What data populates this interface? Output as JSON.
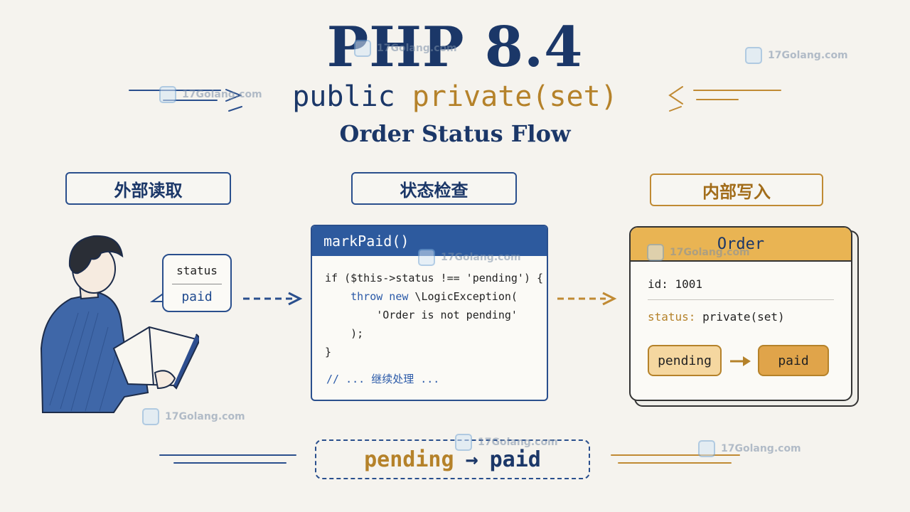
{
  "header": {
    "title": "PHP 8.4",
    "subtitle_public": "public",
    "subtitle_private": "private(set)",
    "subtitle_flow": "Order Status Flow"
  },
  "labels": {
    "external_read": "外部读取",
    "state_check": "状态检查",
    "internal_write": "内部写入"
  },
  "bubble": {
    "field": "status",
    "value": "paid"
  },
  "code_card": {
    "header": "markPaid()",
    "lines": [
      {
        "kw": "",
        "rest": "if ($this->status !== 'pending') {"
      },
      {
        "kw": "    throw new",
        "rest": " \\LogicException("
      },
      {
        "kw": "",
        "rest": "        'Order is not pending'"
      },
      {
        "kw": "",
        "rest": "    );"
      },
      {
        "kw": "",
        "rest": "}"
      },
      {
        "kw": "// ... 继续处理 ...",
        "rest": ""
      }
    ]
  },
  "order_card": {
    "header": "Order",
    "id_line": "id: 1001",
    "status_key": "status:",
    "status_value": " private(set)",
    "pill_from": "pending",
    "pill_to": "paid"
  },
  "bottom": {
    "from": "pending",
    "arrow": "→",
    "to": "paid"
  },
  "watermark": {
    "text": "17Golang.com"
  },
  "colors": {
    "navy": "#1b3768",
    "gold": "#b5822a",
    "code_header": "#2d5a9e",
    "order_header": "#e9b453"
  }
}
